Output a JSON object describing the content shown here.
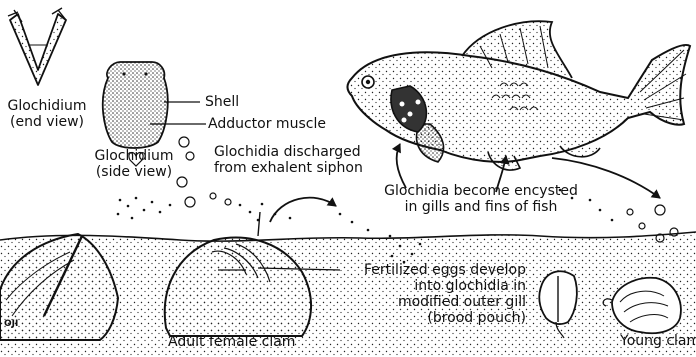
{
  "labels": {
    "glochidium_end": [
      "Glochidium",
      "(end view)"
    ],
    "glochidium_side": [
      "Glochidium",
      "(side view)"
    ],
    "shell": "Shell",
    "adductor": "Adductor muscle",
    "discharged": [
      "Glochidia discharged",
      "from exhalent siphon"
    ],
    "encysted": [
      "Glochidia become encysted",
      "in gills and fins of fish"
    ],
    "fertilized": [
      "Fertilized eggs develop",
      "into glochidia in",
      "modified outer gill",
      "(brood pouch)"
    ],
    "adult": "Adult female clam",
    "young": "Young clam",
    "signature": "OJI"
  }
}
